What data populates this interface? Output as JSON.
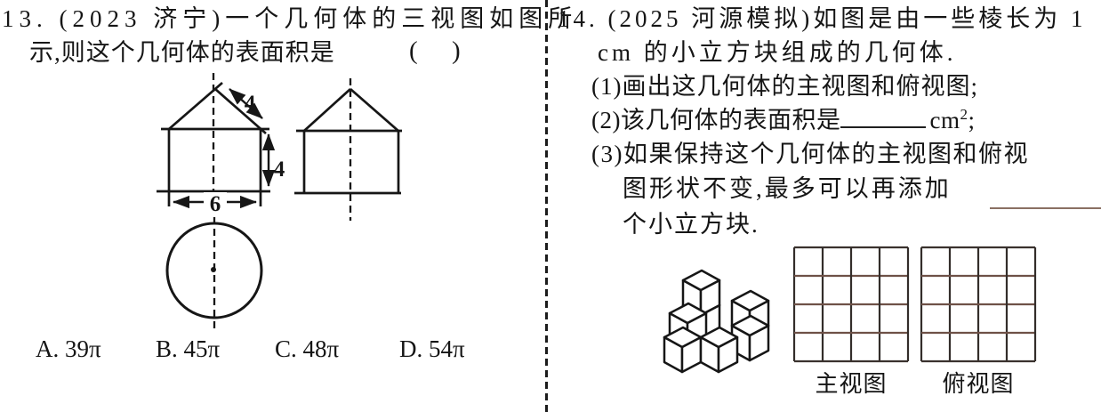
{
  "problem13": {
    "line1": "13. (2023 济宁)一个几何体的三视图如图所",
    "line2": "示,则这个几何体的表面积是",
    "paren_open": "(",
    "paren_close": ")",
    "figure": {
      "dim_roof_slant": "4",
      "dim_side_height": "4",
      "dim_base_width": "6"
    },
    "options": {
      "a": "A. 39π",
      "b": "B. 45π",
      "c": "C. 48π",
      "d": "D. 54π"
    }
  },
  "problem14": {
    "line1": "14. (2025 河源模拟)如图是由一些棱长为 1",
    "line2": "cm 的小立方块组成的几何体.",
    "item1": "(1)画出这几何体的主视图和俯视图;",
    "item2_prefix": "(2)该几何体的表面积是",
    "item2_unit": "cm",
    "item2_sup": "2",
    "item2_end": ";",
    "item3_line1": "(3)如果保持这个几何体的主视图和俯视",
    "item3_line2": "图形状不变,最多可以再添加",
    "item3_line3": "个小立方块.",
    "labels": {
      "front_view": "主视图",
      "top_view": "俯视图"
    }
  }
}
